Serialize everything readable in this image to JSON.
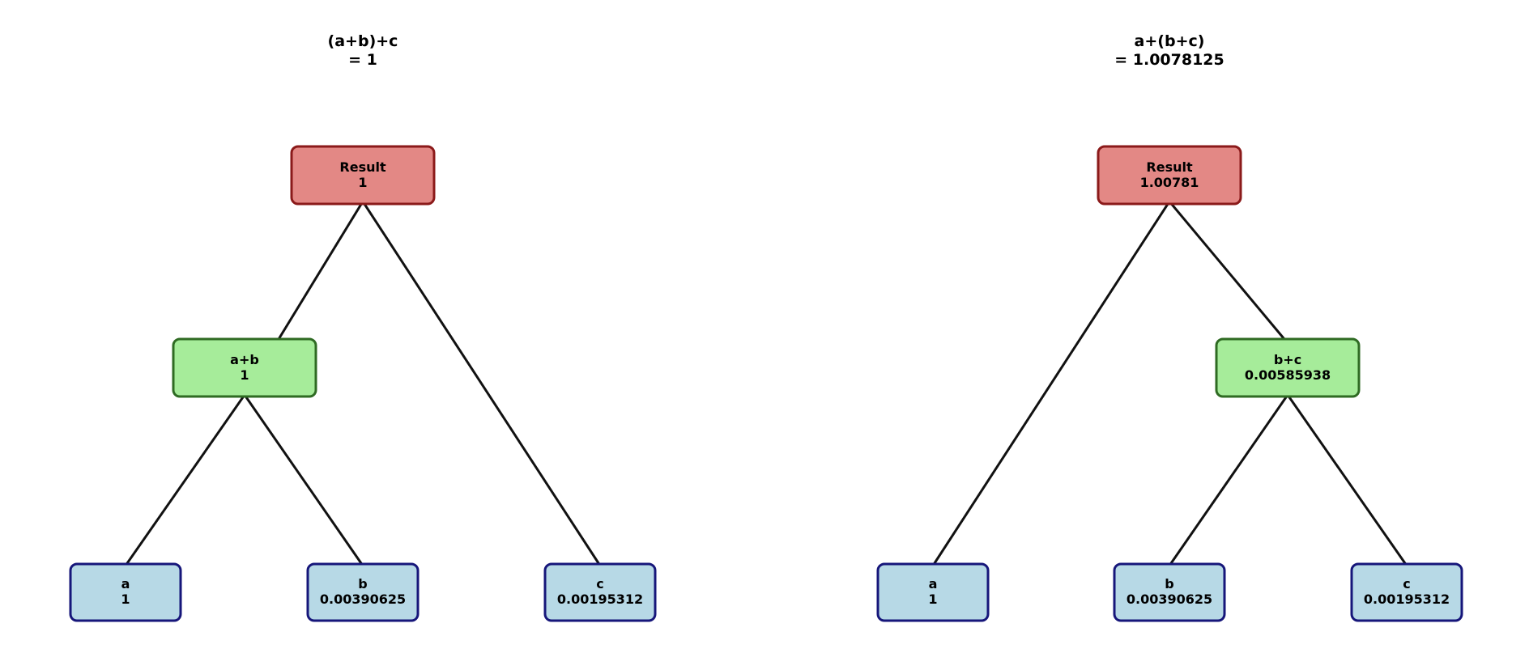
{
  "colors": {
    "result_fill": "#e38885",
    "result_border": "#8b1a1a",
    "intermediate_fill": "#a6ec9a",
    "intermediate_border": "#2f6b23",
    "leaf_fill": "#b7d9e6",
    "leaf_border": "#16167a",
    "edge": "#111111"
  },
  "trees": [
    {
      "title_line1": "(a+b)+c",
      "title_line2": "= 1",
      "nodes": {
        "result": {
          "label": "Result",
          "value": "1",
          "kind": "result"
        },
        "mid": {
          "label": "a+b",
          "value": "1",
          "kind": "intermediate"
        },
        "a": {
          "label": "a",
          "value": "1",
          "kind": "leaf"
        },
        "b": {
          "label": "b",
          "value": "0.00390625",
          "kind": "leaf"
        },
        "c": {
          "label": "c",
          "value": "0.00195312",
          "kind": "leaf"
        }
      },
      "edges": [
        [
          "result",
          "mid"
        ],
        [
          "result",
          "c"
        ],
        [
          "mid",
          "a"
        ],
        [
          "mid",
          "b"
        ]
      ]
    },
    {
      "title_line1": "a+(b+c)",
      "title_line2": "= 1.0078125",
      "nodes": {
        "result": {
          "label": "Result",
          "value": "1.00781",
          "kind": "result"
        },
        "mid": {
          "label": "b+c",
          "value": "0.00585938",
          "kind": "intermediate"
        },
        "a": {
          "label": "a",
          "value": "1",
          "kind": "leaf"
        },
        "b": {
          "label": "b",
          "value": "0.00390625",
          "kind": "leaf"
        },
        "c": {
          "label": "c",
          "value": "0.00195312",
          "kind": "leaf"
        }
      },
      "edges": [
        [
          "result",
          "a"
        ],
        [
          "result",
          "mid"
        ],
        [
          "mid",
          "b"
        ],
        [
          "mid",
          "c"
        ]
      ]
    }
  ]
}
